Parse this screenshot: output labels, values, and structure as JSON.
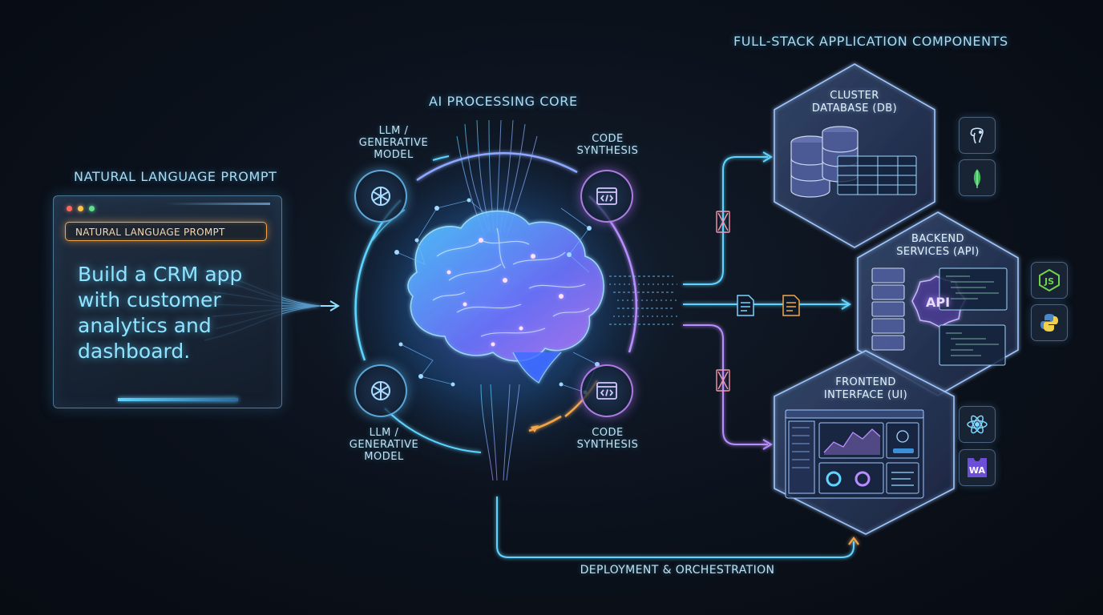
{
  "titles": {
    "natural_language_prompt": "NATURAL LANGUAGE PROMPT",
    "ai_core": "AI PROCESSING CORE",
    "fullstack": "FULL-STACK APPLICATION COMPONENTS",
    "deployment": "DEPLOYMENT & ORCHESTRATION"
  },
  "prompt": {
    "field_label": "NATURAL LANGUAGE PROMPT",
    "lines": [
      "Build a CRM app",
      "with customer",
      "analytics and",
      "dashboard."
    ]
  },
  "core": {
    "llm_top": [
      "LLM /",
      "GENERATIVE",
      "MODEL"
    ],
    "code_top": [
      "CODE",
      "SYNTHESIS"
    ],
    "llm_bottom": [
      "LLM /",
      "GENERATIVE",
      "MODEL"
    ],
    "code_bottom": [
      "CODE",
      "SYNTHESIS"
    ],
    "icons": [
      "openai-icon",
      "code-window-icon"
    ]
  },
  "components": {
    "database": {
      "title": [
        "CLUSTER",
        "DATABASE (DB)"
      ],
      "tiles": [
        "postgresql-icon",
        "mongodb-icon"
      ]
    },
    "backend": {
      "title": [
        "BACKEND",
        "SERVICES (API)"
      ],
      "api_label": "API",
      "tiles": [
        "nodejs-icon",
        "python-icon"
      ],
      "js_label": "JS"
    },
    "frontend": {
      "title": [
        "FRONTEND",
        "INTERFACE (UI)"
      ],
      "tiles": [
        "react-icon",
        "webassembly-icon"
      ],
      "wa_label": "WA"
    }
  },
  "colors": {
    "cyan": "#5fd4ff",
    "orange": "#f2a64a",
    "purple": "#b98cff",
    "background": "#0b111b"
  }
}
